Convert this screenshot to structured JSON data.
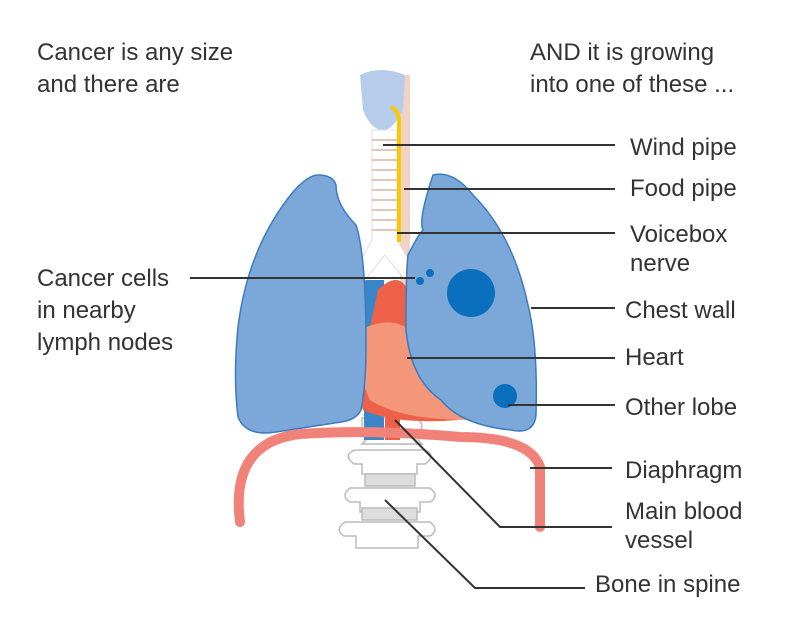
{
  "heading_left": [
    "Cancer is any size",
    "and there are"
  ],
  "heading_right": [
    "AND it is growing",
    "into one of these ..."
  ],
  "labels": {
    "wind_pipe": "Wind pipe",
    "food_pipe": "Food pipe",
    "voicebox_nerve": [
      "Voicebox",
      "nerve"
    ],
    "lymph_nodes": [
      "Cancer cells",
      "in nearby",
      "lymph nodes"
    ],
    "chest_wall": "Chest wall",
    "heart": "Heart",
    "other_lobe": "Other lobe",
    "diaphragm": "Diaphragm",
    "main_blood_vessel": [
      "Main blood",
      "vessel"
    ],
    "bone_in_spine": "Bone in spine"
  },
  "colors": {
    "lung": "#7ba7d9",
    "lung_stroke": "#3a7cc2",
    "tumour": "#0a6fbd",
    "heart": "#f4967a",
    "artery": "#ee6148",
    "vein": "#3a86c8",
    "diaphragm": "#f0827a",
    "nerve": "#f8c800",
    "text": "#333333"
  }
}
